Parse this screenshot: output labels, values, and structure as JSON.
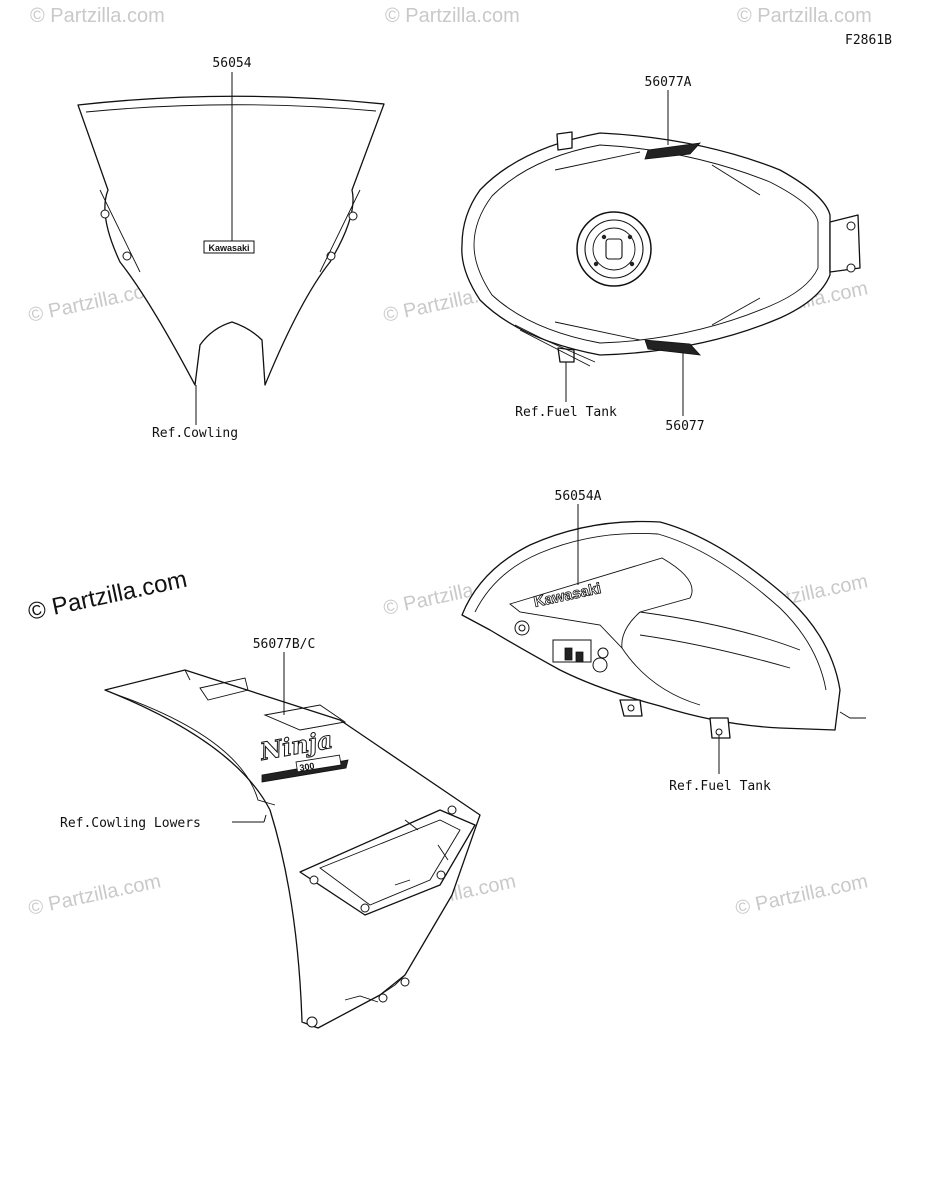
{
  "figure_code": "F2861B",
  "watermark": {
    "faint_text": "© Partzilla.com",
    "main_text": "© Partzilla.com"
  },
  "callouts": {
    "windshield_decal": "56054",
    "cowling_ref": "Ref.Cowling",
    "tank_top_decal_a": "56077A",
    "tank_top_decal": "56077",
    "tank_top_ref": "Ref.Fuel Tank",
    "tank_side_decal": "56054A",
    "tank_side_ref": "Ref.Fuel Tank",
    "cowling_lower_decal": "56077B/C",
    "cowling_lowers_ref": "Ref.Cowling Lowers"
  },
  "emblems": {
    "windshield_logo": "Kawasaki",
    "tank_logo": "Kawasaki",
    "cowl_logo": "Ninja",
    "cowl_model": "300"
  }
}
